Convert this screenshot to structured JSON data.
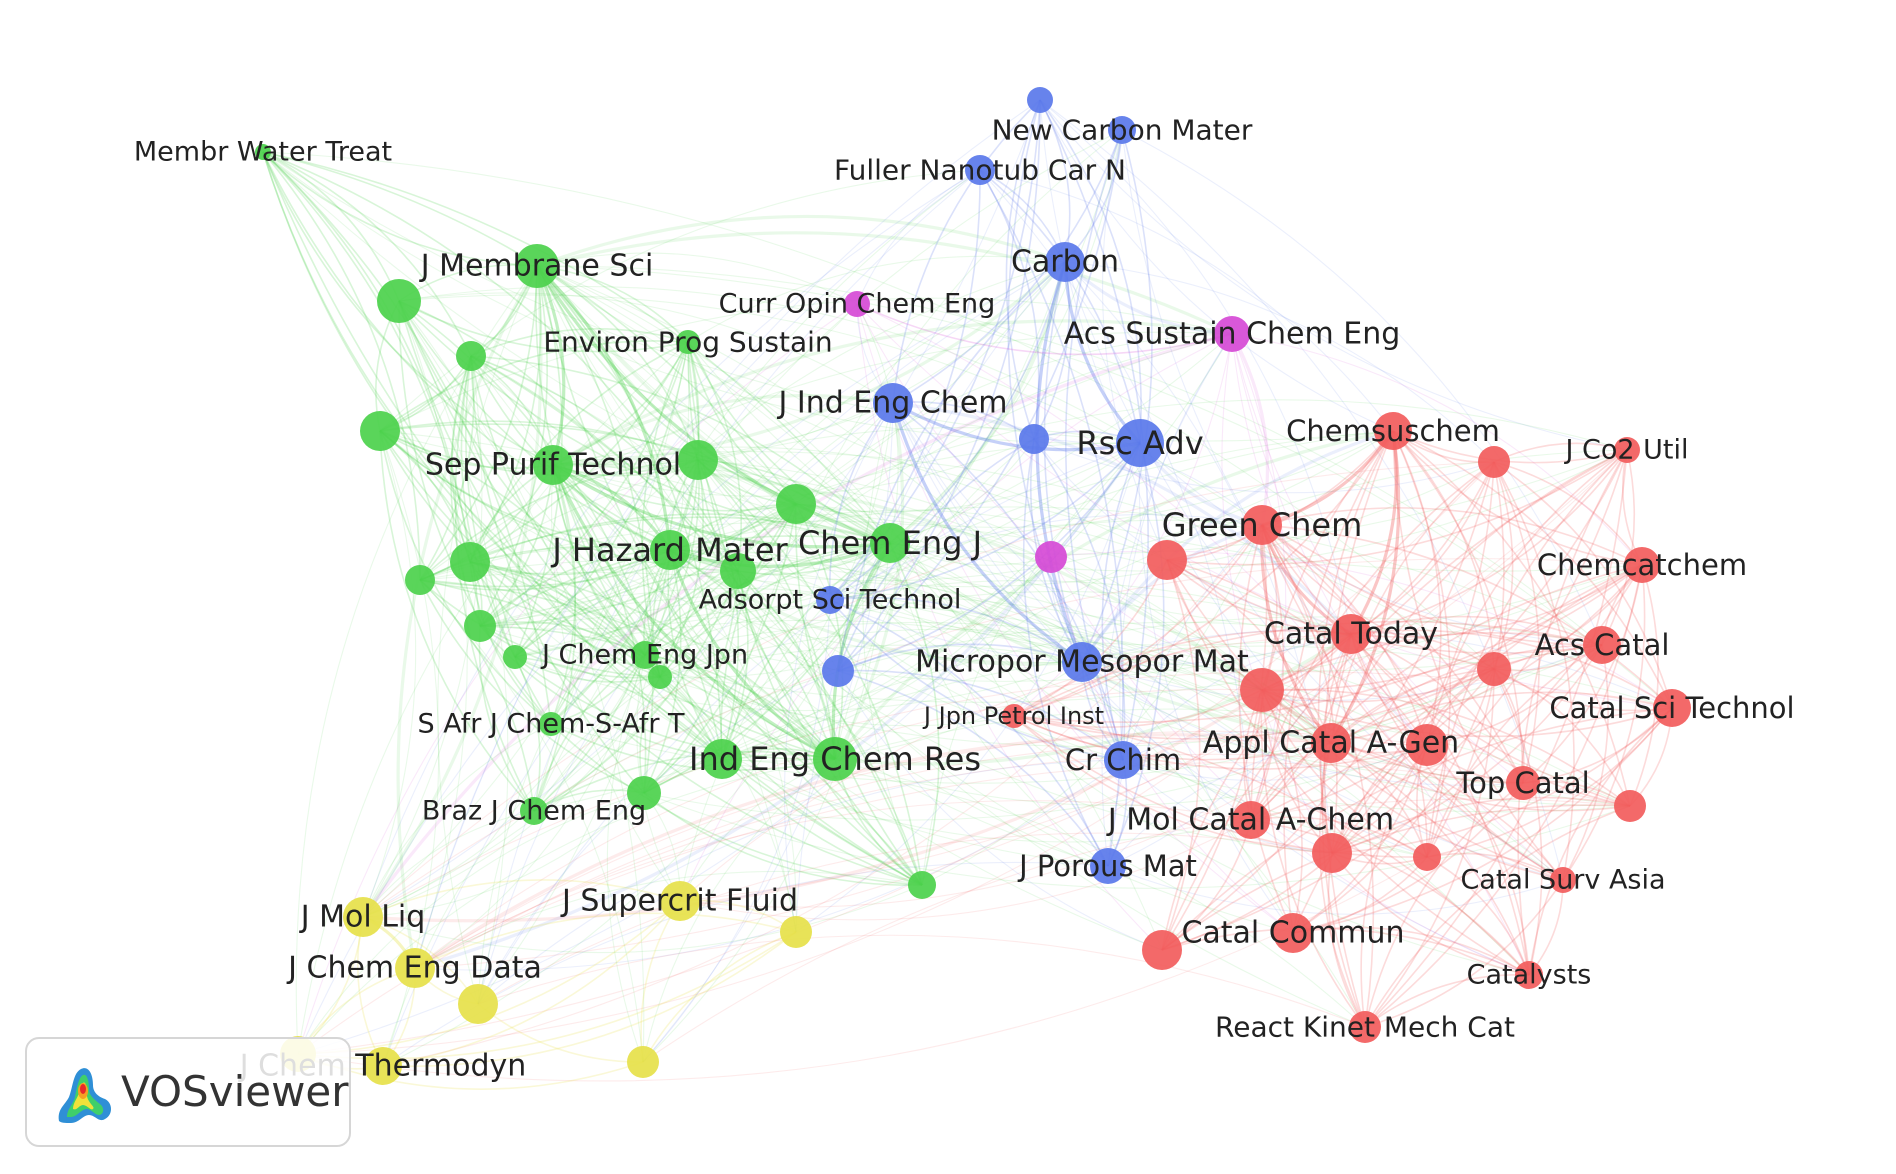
{
  "clusters": {
    "red": "#f25c5c",
    "green": "#4cd14c",
    "blue": "#5a78ea",
    "yellow": "#e6e14a",
    "purple": "#d64ad6"
  },
  "nodes": [
    {
      "id": "membr-water-treat",
      "label": "Membr Water Treat",
      "cluster": "green",
      "size": 8
    },
    {
      "id": "j-membrane-sci",
      "label": "J Membrane Sci",
      "cluster": "green",
      "size": 22
    },
    {
      "id": "environ-prog-sustain",
      "label": "Environ Prog Sustain",
      "cluster": "green",
      "size": 12
    },
    {
      "id": "sep-purif-technol",
      "label": "Sep Purif Technol",
      "cluster": "green",
      "size": 20
    },
    {
      "id": "j-hazard-mater",
      "label": "J Hazard Mater",
      "cluster": "green",
      "size": 20
    },
    {
      "id": "chem-eng-j",
      "label": "Chem Eng J",
      "cluster": "green",
      "size": 20
    },
    {
      "id": "j-chem-eng-jpn",
      "label": "J Chem Eng Jpn",
      "cluster": "green",
      "size": 14
    },
    {
      "id": "s-afr-j-chem",
      "label": "S Afr J Chem-S-Afr T",
      "cluster": "green",
      "size": 12
    },
    {
      "id": "ind-eng-chem-res",
      "label": "Ind Eng Chem Res",
      "cluster": "green",
      "size": 22
    },
    {
      "id": "braz-j-chem-eng",
      "label": "Braz J Chem Eng",
      "cluster": "green",
      "size": 14
    },
    {
      "id": "g1",
      "label": "",
      "cluster": "green",
      "size": 22
    },
    {
      "id": "g2",
      "label": "",
      "cluster": "green",
      "size": 15
    },
    {
      "id": "g3",
      "label": "",
      "cluster": "green",
      "size": 20
    },
    {
      "id": "g4",
      "label": "",
      "cluster": "green",
      "size": 20
    },
    {
      "id": "g5",
      "label": "",
      "cluster": "green",
      "size": 20
    },
    {
      "id": "g6",
      "label": "",
      "cluster": "green",
      "size": 20
    },
    {
      "id": "g7",
      "label": "",
      "cluster": "green",
      "size": 16
    },
    {
      "id": "g8",
      "label": "",
      "cluster": "green",
      "size": 12
    },
    {
      "id": "g9",
      "label": "",
      "cluster": "green",
      "size": 12
    },
    {
      "id": "g10",
      "label": "",
      "cluster": "green",
      "size": 17
    },
    {
      "id": "g11",
      "label": "",
      "cluster": "green",
      "size": 14
    },
    {
      "id": "g12",
      "label": "",
      "cluster": "green",
      "size": 18
    },
    {
      "id": "g13",
      "label": "",
      "cluster": "green",
      "size": 15
    },
    {
      "id": "g14",
      "label": "",
      "cluster": "green",
      "size": 20
    },
    {
      "id": "new-carbon-mater",
      "label": "New Carbon Mater",
      "cluster": "blue",
      "size": 14
    },
    {
      "id": "fuller-nanotub",
      "label": "Fuller Nanotub Car N",
      "cluster": "blue",
      "size": 15
    },
    {
      "id": "carbon",
      "label": "Carbon",
      "cluster": "blue",
      "size": 20
    },
    {
      "id": "j-ind-eng-chem",
      "label": "J Ind Eng Chem",
      "cluster": "blue",
      "size": 20
    },
    {
      "id": "rsc-adv",
      "label": "Rsc Adv",
      "cluster": "blue",
      "size": 24
    },
    {
      "id": "adsorpt-sci-technol",
      "label": "Adsorpt Sci Technol",
      "cluster": "blue",
      "size": 14
    },
    {
      "id": "micropor-mesopor-mat",
      "label": "Micropor Mesopor Mat",
      "cluster": "blue",
      "size": 20
    },
    {
      "id": "cr-chim",
      "label": "Cr Chim",
      "cluster": "blue",
      "size": 19
    },
    {
      "id": "j-porous-mat",
      "label": "J Porous Mat",
      "cluster": "blue",
      "size": 18
    },
    {
      "id": "b1",
      "label": "",
      "cluster": "blue",
      "size": 13
    },
    {
      "id": "b2",
      "label": "",
      "cluster": "blue",
      "size": 15
    },
    {
      "id": "b3",
      "label": "",
      "cluster": "blue",
      "size": 16
    },
    {
      "id": "curr-opin-chem-eng",
      "label": "Curr Opin Chem Eng",
      "cluster": "purple",
      "size": 13
    },
    {
      "id": "acs-sustain-chem-eng",
      "label": "Acs Sustain Chem Eng",
      "cluster": "purple",
      "size": 18
    },
    {
      "id": "p1",
      "label": "",
      "cluster": "purple",
      "size": 16
    },
    {
      "id": "chemsuschem",
      "label": "Chemsuschem",
      "cluster": "red",
      "size": 19
    },
    {
      "id": "j-co2-util",
      "label": "J Co2 Util",
      "cluster": "red",
      "size": 13
    },
    {
      "id": "green-chem",
      "label": "Green Chem",
      "cluster": "red",
      "size": 20
    },
    {
      "id": "chemcatchem",
      "label": "Chemcatchem",
      "cluster": "red",
      "size": 18
    },
    {
      "id": "catal-today",
      "label": "Catal Today",
      "cluster": "red",
      "size": 20
    },
    {
      "id": "acs-catal",
      "label": "Acs Catal",
      "cluster": "red",
      "size": 19
    },
    {
      "id": "catal-sci-technol",
      "label": "Catal Sci Technol",
      "cluster": "red",
      "size": 19
    },
    {
      "id": "j-jpn-petrol-inst",
      "label": "J Jpn Petrol Inst",
      "cluster": "red",
      "size": 12
    },
    {
      "id": "appl-catal-a-gen",
      "label": "Appl Catal A-Gen",
      "cluster": "red",
      "size": 20
    },
    {
      "id": "top-catal",
      "label": "Top Catal",
      "cluster": "red",
      "size": 17
    },
    {
      "id": "j-mol-catal-a-chem",
      "label": "J Mol Catal A-Chem",
      "cluster": "red",
      "size": 19
    },
    {
      "id": "catal-surv-asia",
      "label": "Catal Surv Asia",
      "cluster": "red",
      "size": 13
    },
    {
      "id": "catal-commun",
      "label": "Catal Commun",
      "cluster": "red",
      "size": 20
    },
    {
      "id": "catalysts",
      "label": "Catalysts",
      "cluster": "red",
      "size": 14
    },
    {
      "id": "react-kinet-mech-cat",
      "label": "React Kinet Mech Cat",
      "cluster": "red",
      "size": 16
    },
    {
      "id": "r1",
      "label": "",
      "cluster": "red",
      "size": 16
    },
    {
      "id": "r2",
      "label": "",
      "cluster": "red",
      "size": 20
    },
    {
      "id": "r3",
      "label": "",
      "cluster": "red",
      "size": 22
    },
    {
      "id": "r4",
      "label": "",
      "cluster": "red",
      "size": 17
    },
    {
      "id": "r5",
      "label": "",
      "cluster": "red",
      "size": 16
    },
    {
      "id": "r6",
      "label": "",
      "cluster": "red",
      "size": 21
    },
    {
      "id": "r7",
      "label": "",
      "cluster": "red",
      "size": 20
    },
    {
      "id": "r8",
      "label": "",
      "cluster": "red",
      "size": 14
    },
    {
      "id": "r9",
      "label": "",
      "cluster": "red",
      "size": 20
    },
    {
      "id": "j-mol-liq",
      "label": "J Mol Liq",
      "cluster": "yellow",
      "size": 20
    },
    {
      "id": "j-supercrit-fluid",
      "label": "J Supercrit Fluid",
      "cluster": "yellow",
      "size": 20
    },
    {
      "id": "j-chem-eng-data",
      "label": "J Chem Eng Data",
      "cluster": "yellow",
      "size": 20
    },
    {
      "id": "j-chem-thermodyn",
      "label": "J Chem Thermodyn",
      "cluster": "yellow",
      "size": 19
    },
    {
      "id": "y1",
      "label": "",
      "cluster": "yellow",
      "size": 20
    },
    {
      "id": "y2",
      "label": "",
      "cluster": "yellow",
      "size": 16
    },
    {
      "id": "y3",
      "label": "",
      "cluster": "yellow",
      "size": 16
    },
    {
      "id": "y4",
      "label": "",
      "cluster": "yellow",
      "size": 18
    }
  ],
  "logo": {
    "text": "VOSviewer",
    "icon": "vosviewer-density-icon"
  }
}
